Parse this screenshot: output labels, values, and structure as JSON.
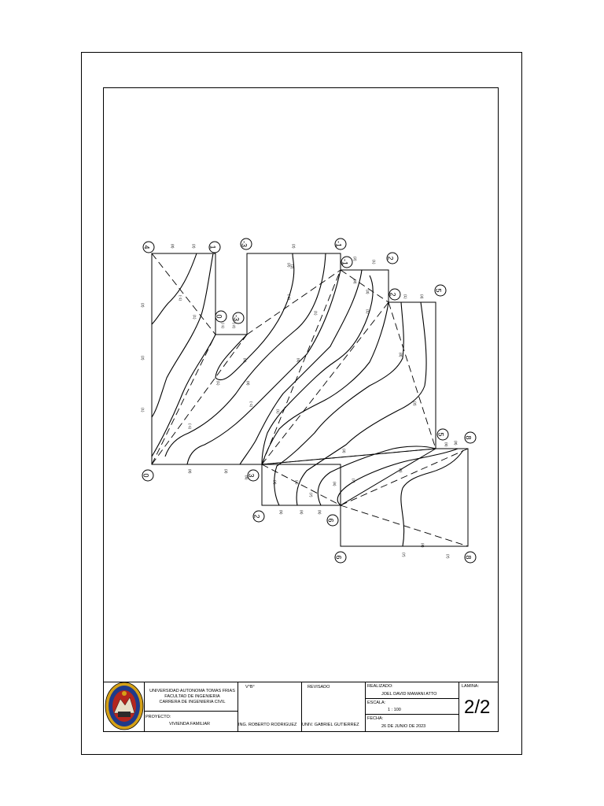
{
  "drawing": {
    "node_labels": [
      "4",
      "1",
      "-3",
      "-1",
      "2",
      "0",
      "-3",
      "-1",
      "2",
      "5",
      "5",
      "8",
      "0",
      "3",
      "2",
      "6",
      "6",
      "8"
    ],
    "contour_labels": [
      "(0)",
      "(2)",
      "(2)",
      "(1)",
      "(-1)",
      "(-2)",
      "(2)",
      "(2)",
      "(1)",
      "(0)",
      "(3)",
      "(-1)",
      "(1)",
      "(2)",
      "(0)",
      "(1)",
      "(-1)",
      "(-2)",
      "(0)",
      "(-1)",
      "(1)",
      "(0)",
      "(1)",
      "(2)",
      "(0)",
      "(3)",
      "(4)",
      "(1)",
      "(0)",
      "(2)",
      "(3)",
      "(5)",
      "(6)",
      "(8)",
      "(7)",
      "(7)",
      "(7)",
      "(5)",
      "(6)",
      "(3)",
      "(4)",
      "(5)",
      "(6)",
      "(1)",
      "(2)",
      "(5)",
      "(6)",
      "(7)"
    ]
  },
  "title_block": {
    "university": [
      "UNIVERSIDAD AUTONOMA TOMAS FRIAS",
      "FACULTAD DE INGENIERIA",
      "CARRERA DE INGENIERIA CIVIL"
    ],
    "proyecto_label": "PROYECTO:",
    "proyecto_value": "VIVIENDA FAMILIAR",
    "vobo_label": "V°B°",
    "revisado_label": "REVISADO",
    "ing_name": "ING.  ROBERTO RODRIGUEZ",
    "univ_name": "UNIV. GABRIEL GUTIERREZ",
    "realizado_label": "REALIZADO:",
    "realizado_value": "JOEL DAVID MAMANI ATTO",
    "escala_label": "ESCALA:",
    "escala_value": "1 : 100",
    "fecha_label": "FECHA:",
    "fecha_value": "26  DE  JUNIO  DE  2023",
    "lamina_label": "LAMINA:",
    "lamina_value": "2/2"
  },
  "colors": {
    "ink": "#000000",
    "paper": "#ffffff",
    "logo_blue": "#1f3a8a",
    "logo_red": "#b3261e",
    "logo_gold": "#d4a017"
  }
}
